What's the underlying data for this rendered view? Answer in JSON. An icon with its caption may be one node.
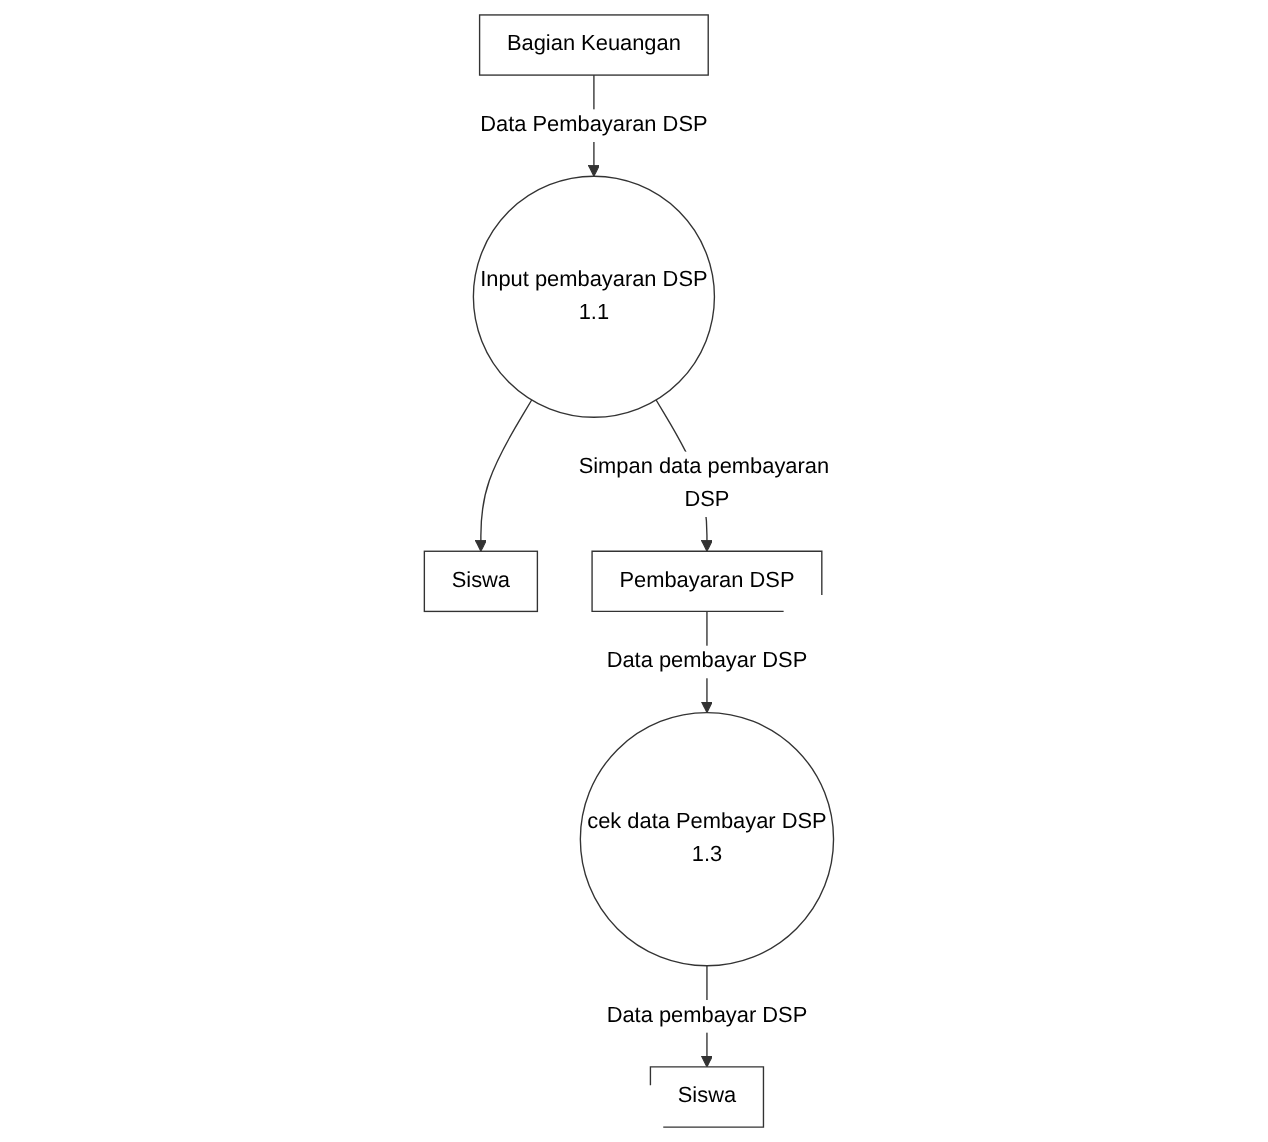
{
  "diagram": {
    "nodes": [
      {
        "text": [
          "Bagian Keuangan"
        ]
      },
      {
        "text": [
          "Siswa"
        ]
      },
      {
        "text": [
          "Input pembayaran DSP",
          "1.1"
        ]
      },
      {
        "text": [
          "Pembayaran DSP"
        ]
      },
      {
        "text": [
          "Siswa"
        ]
      },
      {
        "text": [
          "cek data Pembayar DSP",
          "1.3"
        ]
      }
    ],
    "edges": [
      {
        "from": 0,
        "to": 2,
        "arrow": "to",
        "label": "Data Pembayaran DSP"
      },
      {
        "from": 2,
        "to": 3,
        "arrow": "to",
        "label": "Simpan data pembayaran DSP"
      },
      {
        "from": 2,
        "to": 1,
        "arrow": "to"
      },
      {
        "from": 3,
        "to": 5,
        "arrow": "to",
        "label": "Data pembayar DSP"
      },
      {
        "from": 5,
        "to": 4,
        "arrow": "to",
        "label": "Data pembayar DSP"
      }
    ]
  }
}
